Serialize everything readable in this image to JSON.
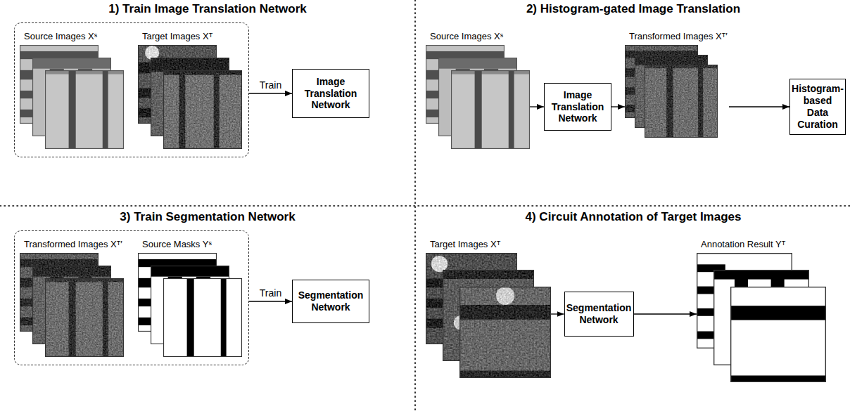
{
  "diagram": {
    "nodes": [
      {
        "text": []
      },
      {
        "text": [
          "Source Images Xˢ"
        ],
        "in": 0
      },
      {
        "text": [
          "Target Images Xᵀ"
        ],
        "in": 0
      },
      {
        "text": [
          "Image Translation Network"
        ]
      },
      {
        "text": [
          "Source Images Xˢ"
        ]
      },
      {
        "text": [
          "Image Translation Network"
        ]
      },
      {
        "text": [
          "Transformed Images Xᵀ′"
        ]
      },
      {
        "text": [
          "Histogram-based Data Curation"
        ]
      },
      {
        "text": []
      },
      {
        "text": [
          "Transformed Images Xᵀ′"
        ],
        "in": 8
      },
      {
        "text": [
          "Source Masks Yˢ"
        ],
        "in": 8
      },
      {
        "text": [
          "Segmentation Network"
        ]
      },
      {
        "text": [
          "Target Images Xᵀ"
        ]
      },
      {
        "text": [
          "Segmentation Network"
        ]
      },
      {
        "text": [
          "Annotation Result Yᵀ"
        ]
      }
    ],
    "edges": [
      {
        "from": 0,
        "to": 3,
        "arrow": "to",
        "label": "Train"
      },
      {
        "from": 4,
        "to": 5,
        "arrow": "to"
      },
      {
        "from": 5,
        "to": 6,
        "arrow": "to"
      },
      {
        "from": 6,
        "to": 7,
        "arrow": "to"
      },
      {
        "from": 8,
        "to": 11,
        "arrow": "to",
        "label": "Train"
      },
      {
        "from": 12,
        "to": 13,
        "arrow": "to"
      },
      {
        "from": 13,
        "to": 14,
        "arrow": "to"
      }
    ],
    "labels": [
      "1) Train Image Translation Network",
      "2) Histogram-gated Image Translation",
      "3) Train Segmentation Network",
      "4) Circuit Annotation of Target Images"
    ]
  }
}
